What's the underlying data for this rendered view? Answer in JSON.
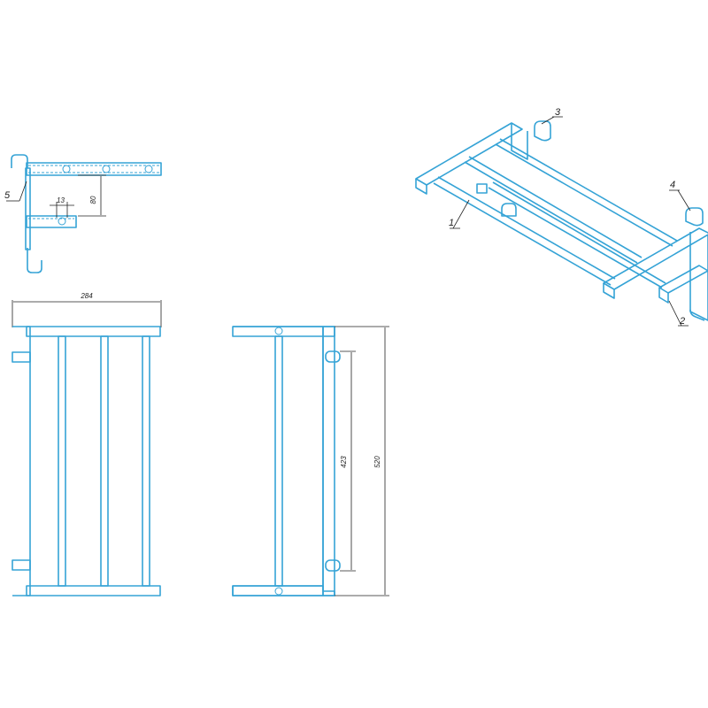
{
  "callouts": {
    "c1": "1",
    "c2": "2",
    "c3": "3",
    "c4": "4",
    "c5": "5"
  },
  "dimensions": {
    "width_top": "284",
    "hook_spacing": "13",
    "depth_side": "80",
    "inner_height": "423",
    "total_height": "520"
  },
  "colors": {
    "part_line": "#35a3d6",
    "dimension_line": "#222222"
  }
}
